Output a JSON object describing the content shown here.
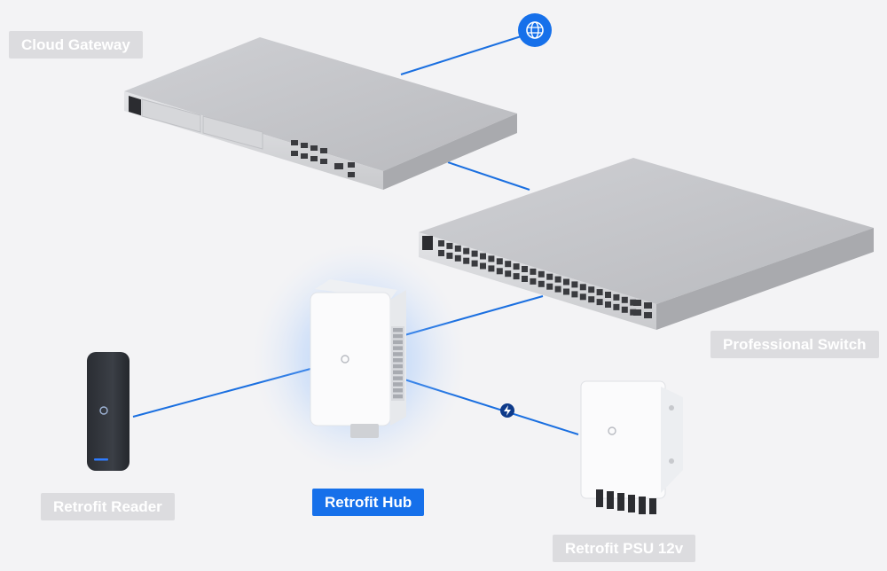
{
  "labels": {
    "cloud_gateway": "Cloud Gateway",
    "professional_switch": "Professional Switch",
    "retrofit_reader": "Retrofit Reader",
    "retrofit_hub": "Retrofit Hub",
    "retrofit_psu": "Retrofit PSU 12v"
  },
  "icons": {
    "internet": "globe-icon",
    "power": "power-bolt-icon"
  },
  "colors": {
    "link_line": "#1a6fe0",
    "active_label": "#1670ea",
    "inactive_label": "#dcdcdf",
    "hub_glow": "#5aa2ff"
  },
  "selected_device": "Retrofit Hub"
}
